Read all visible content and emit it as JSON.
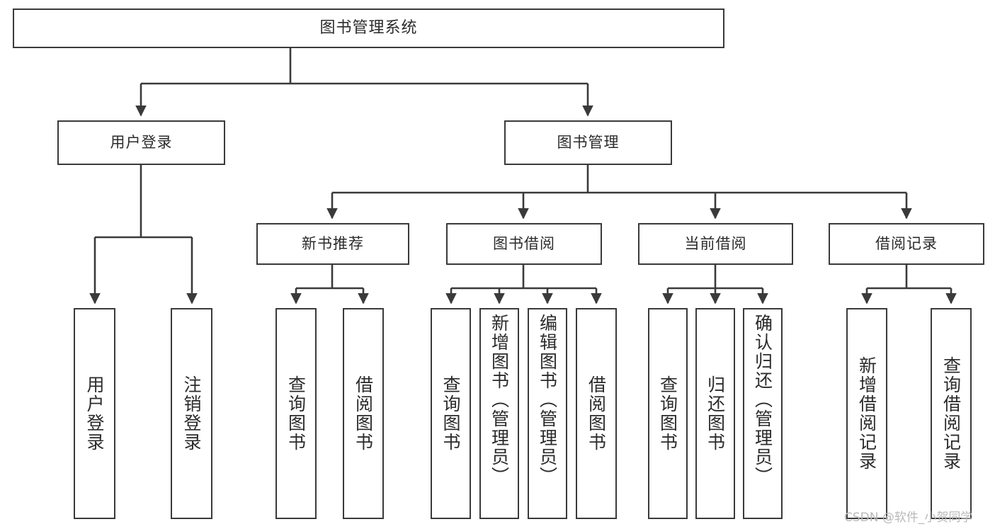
{
  "diagram": {
    "title": "图书管理系统",
    "type": "hierarchy-tree",
    "orientation": "top-down",
    "colors": {
      "background": "#ffffff",
      "box_border": "#3a3a3a",
      "box_fill": "#ffffff",
      "connector": "#3a3a3a",
      "text": "#2b2b2b",
      "watermark": "#b9b9b9"
    },
    "nodes": {
      "root": {
        "label": "图书管理系统",
        "level": 0
      },
      "user_login": {
        "label": "用户登录",
        "level": 1
      },
      "book_manage": {
        "label": "图书管理",
        "level": 1
      },
      "new_book_rec": {
        "label": "新书推荐",
        "level": 2
      },
      "book_borrow": {
        "label": "图书借阅",
        "level": 2
      },
      "current_borrow": {
        "label": "当前借阅",
        "level": 2
      },
      "borrow_record": {
        "label": "借阅记录",
        "level": 2
      },
      "leaf_user_login": {
        "label": "用户登录",
        "level": 3
      },
      "leaf_logout": {
        "label": "注销登录",
        "level": 3
      },
      "leaf_query_book_1": {
        "label": "查询图书",
        "level": 3
      },
      "leaf_borrow_book_1": {
        "label": "借阅图书",
        "level": 3
      },
      "leaf_query_book_2": {
        "label": "查询图书",
        "level": 3
      },
      "leaf_add_book": {
        "label": "新增图书（管理员）",
        "level": 3
      },
      "leaf_edit_book": {
        "label": "编辑图书（管理员）",
        "level": 3
      },
      "leaf_borrow_book_2": {
        "label": "借阅图书",
        "level": 3
      },
      "leaf_query_book_3": {
        "label": "查询图书",
        "level": 3
      },
      "leaf_return_book": {
        "label": "归还图书",
        "level": 3
      },
      "leaf_confirm_return": {
        "label": "确认归还（管理员）",
        "level": 3
      },
      "leaf_add_record": {
        "label": "新增借阅记录",
        "level": 3
      },
      "leaf_query_record": {
        "label": "查询借阅记录",
        "level": 3
      }
    },
    "edges": [
      {
        "from": "root",
        "to": "user_login"
      },
      {
        "from": "root",
        "to": "book_manage"
      },
      {
        "from": "user_login",
        "to": "leaf_user_login"
      },
      {
        "from": "user_login",
        "to": "leaf_logout"
      },
      {
        "from": "book_manage",
        "to": "new_book_rec"
      },
      {
        "from": "book_manage",
        "to": "book_borrow"
      },
      {
        "from": "book_manage",
        "to": "current_borrow"
      },
      {
        "from": "book_manage",
        "to": "borrow_record"
      },
      {
        "from": "new_book_rec",
        "to": "leaf_query_book_1"
      },
      {
        "from": "new_book_rec",
        "to": "leaf_borrow_book_1"
      },
      {
        "from": "book_borrow",
        "to": "leaf_query_book_2"
      },
      {
        "from": "book_borrow",
        "to": "leaf_add_book"
      },
      {
        "from": "book_borrow",
        "to": "leaf_edit_book"
      },
      {
        "from": "book_borrow",
        "to": "leaf_borrow_book_2"
      },
      {
        "from": "current_borrow",
        "to": "leaf_query_book_3"
      },
      {
        "from": "current_borrow",
        "to": "leaf_return_book"
      },
      {
        "from": "current_borrow",
        "to": "leaf_confirm_return"
      },
      {
        "from": "borrow_record",
        "to": "leaf_add_record"
      },
      {
        "from": "borrow_record",
        "to": "leaf_query_record"
      }
    ]
  },
  "watermark": {
    "text": "CSDN @软件_小贺同学"
  }
}
